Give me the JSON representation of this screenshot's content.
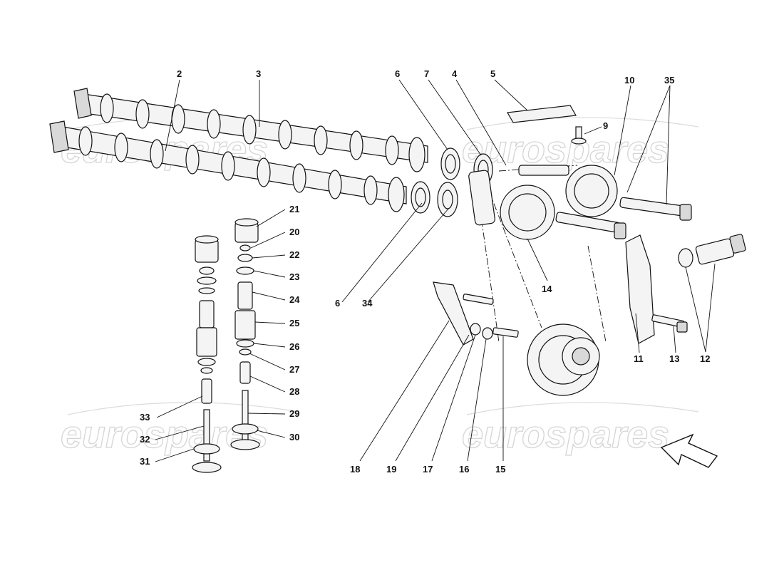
{
  "watermarks": [
    "eurospares",
    "eurospares",
    "eurospares",
    "eurospares"
  ],
  "callouts": [
    "2",
    "3",
    "6",
    "7",
    "4",
    "5",
    "10",
    "35",
    "9",
    "21",
    "20",
    "22",
    "23",
    "24",
    "25",
    "26",
    "27",
    "28",
    "29",
    "30",
    "33",
    "32",
    "31",
    "6",
    "34",
    "14",
    "11",
    "13",
    "12",
    "18",
    "19",
    "17",
    "16",
    "15"
  ],
  "colors": {
    "line": "#111111",
    "part_fill": "#f4f4f4",
    "watermark": "#c8c8c8"
  },
  "icons": {
    "direction_arrow": "arrow-icon"
  }
}
